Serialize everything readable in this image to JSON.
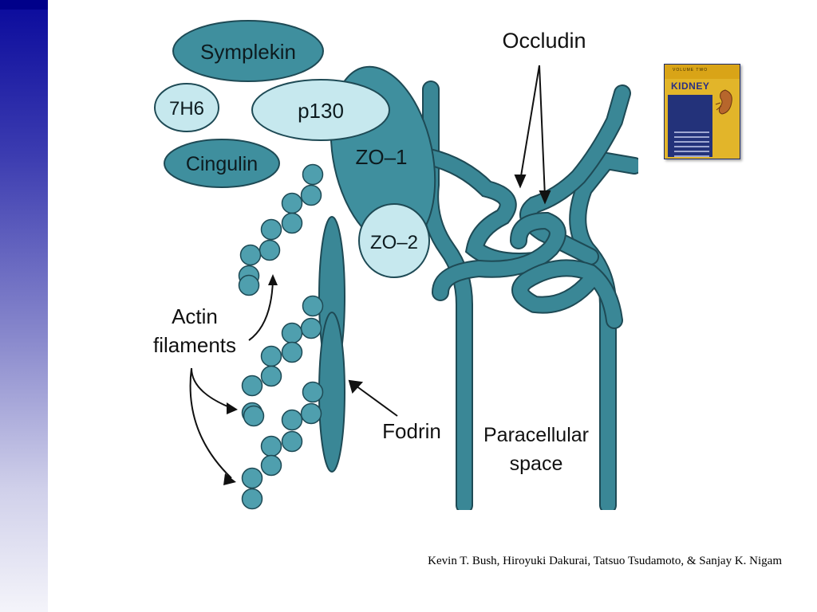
{
  "diagram": {
    "proteins": {
      "symplekin": "Symplekin",
      "h7h6": "7H6",
      "p130": "p130",
      "cingulin": "Cingulin",
      "zo1": "ZO–1",
      "zo2": "ZO–2"
    },
    "labels": {
      "occludin": "Occludin",
      "actin_line1": "Actin",
      "actin_line2": "filaments",
      "fodrin": "Fodrin",
      "paracellular_line1": "Paracellular",
      "paracellular_line2": "space"
    },
    "colors": {
      "teal_dark": "#3a8796",
      "teal_light": "#c6e8ee",
      "teal_mid": "#4f9fae",
      "outline": "#1e4a55"
    }
  },
  "book_cover": {
    "title": "KIDNEY",
    "volume": "VOLUME TWO"
  },
  "credit": "Kevin T. Bush, Hiroyuki Dakurai, Tatsuo Tsudamoto, & Sanjay K. Nigam"
}
